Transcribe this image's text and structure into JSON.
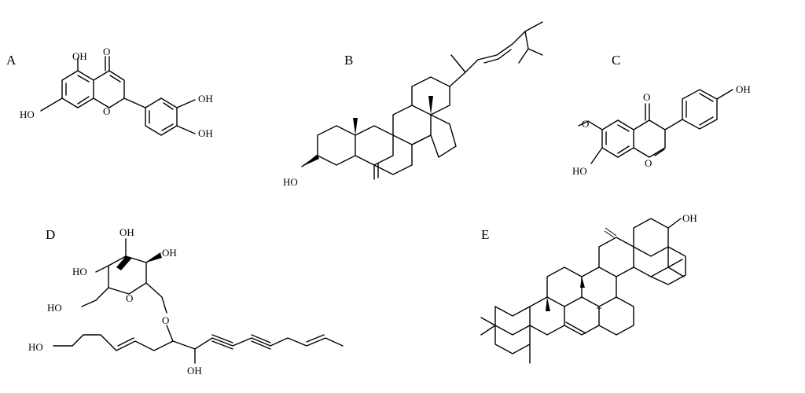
{
  "figure": {
    "panels": [
      {
        "id": "A",
        "letter": "A",
        "labels": [
          "OH",
          "O",
          "HO",
          "O",
          "OH",
          "OH"
        ]
      },
      {
        "id": "B",
        "letter": "B",
        "labels": [
          "HO"
        ]
      },
      {
        "id": "C",
        "letter": "C",
        "labels": [
          "OH",
          "O",
          "O",
          "HO",
          "O"
        ]
      },
      {
        "id": "D",
        "letter": "D",
        "labels": [
          "OH",
          "HO",
          "OH",
          "HO",
          "O",
          "O",
          "HO",
          "OH"
        ]
      },
      {
        "id": "E",
        "letter": "E",
        "labels": [
          "OH"
        ]
      }
    ]
  }
}
